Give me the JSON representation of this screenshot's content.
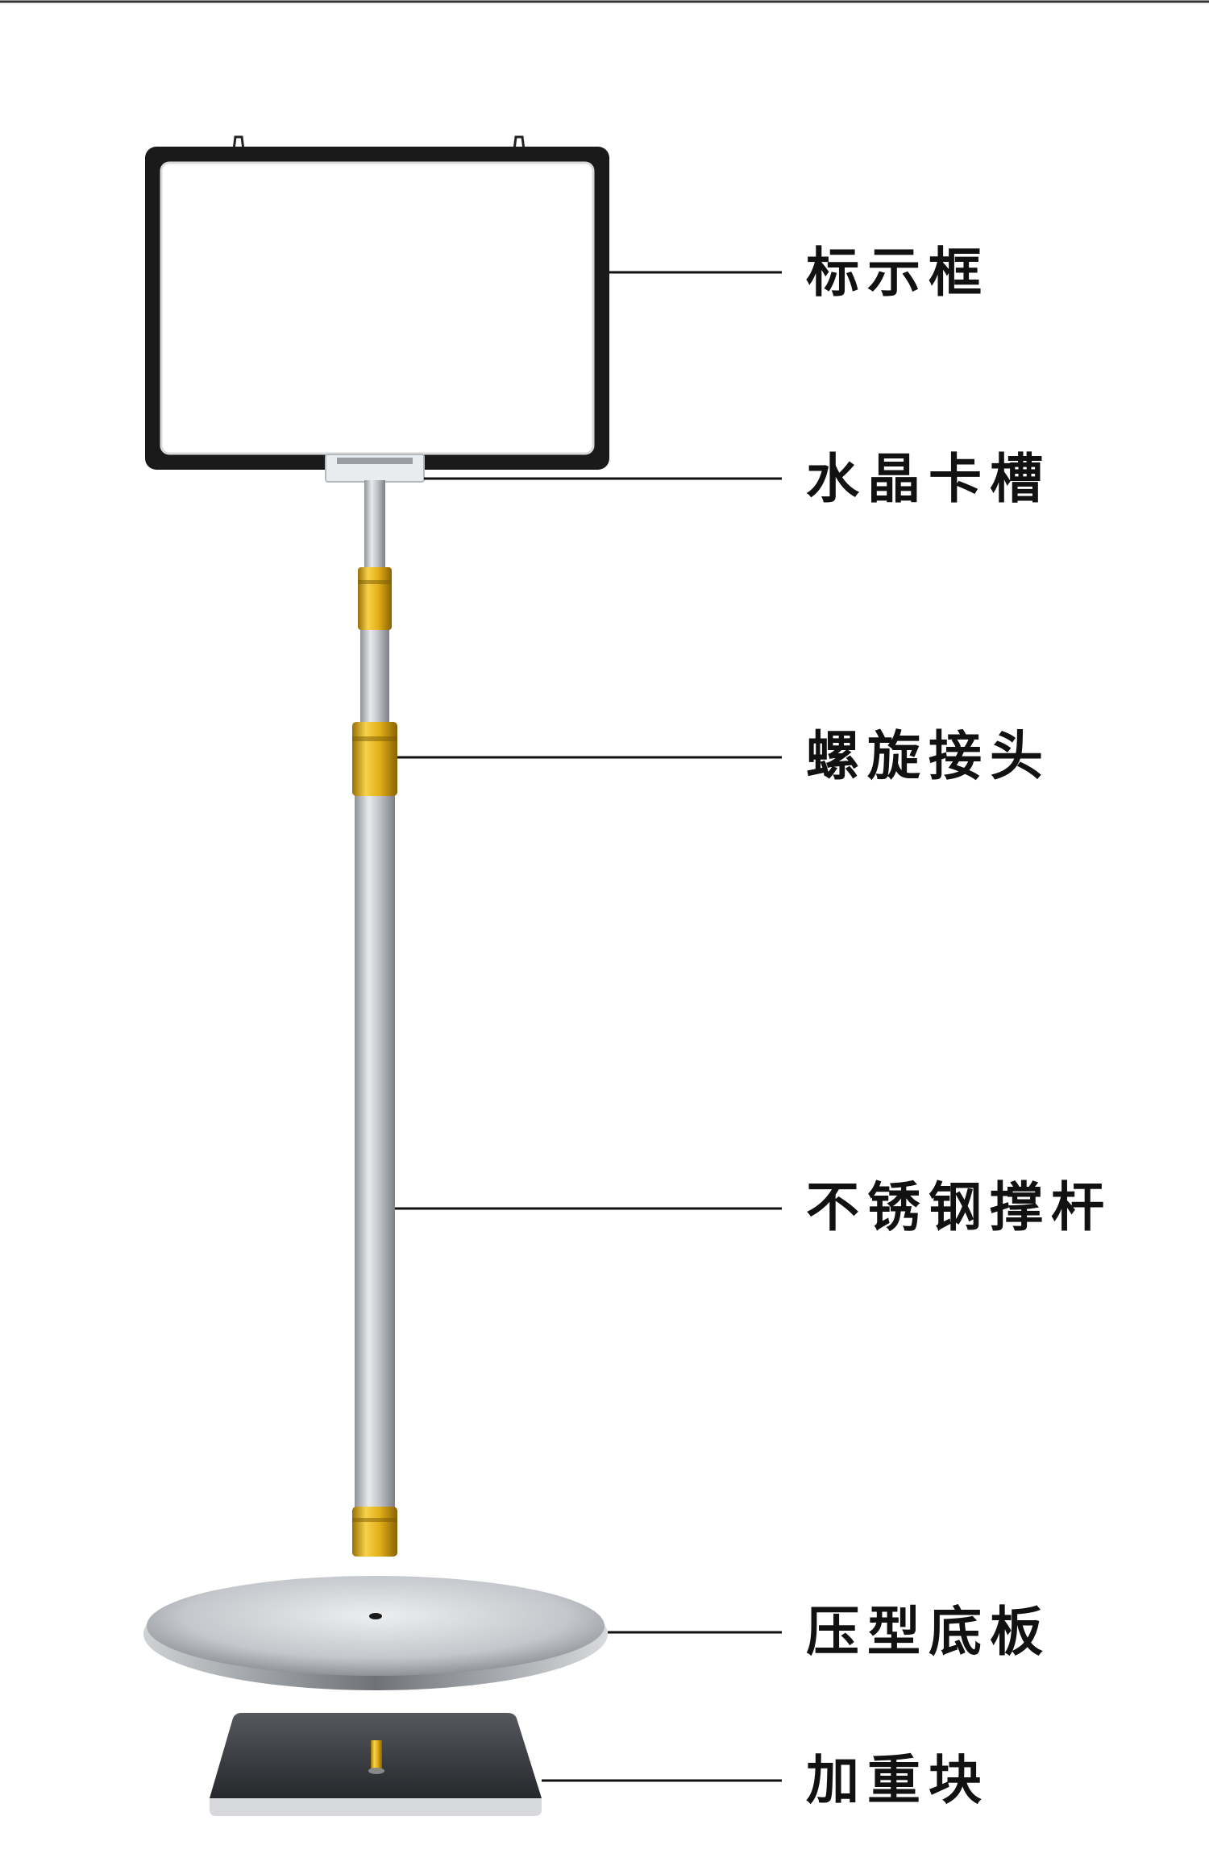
{
  "parts": [
    {
      "id": "sign-frame",
      "label": "标示框"
    },
    {
      "id": "crystal-clip",
      "label": "水晶卡槽"
    },
    {
      "id": "screw-joint",
      "label": "螺旋接头"
    },
    {
      "id": "steel-pole",
      "label": "不锈钢撑杆"
    },
    {
      "id": "pressed-base",
      "label": "压型底板"
    },
    {
      "id": "weight-block",
      "label": "加重块"
    }
  ],
  "colors": {
    "frame": "#1a1a1a",
    "panel": "#ffffff",
    "steel": "#b9bcc0",
    "gold": "#e0b21a",
    "base": "#c9ccd0",
    "weight": "#3a3d42",
    "line": "#111111",
    "text": "#111111"
  }
}
